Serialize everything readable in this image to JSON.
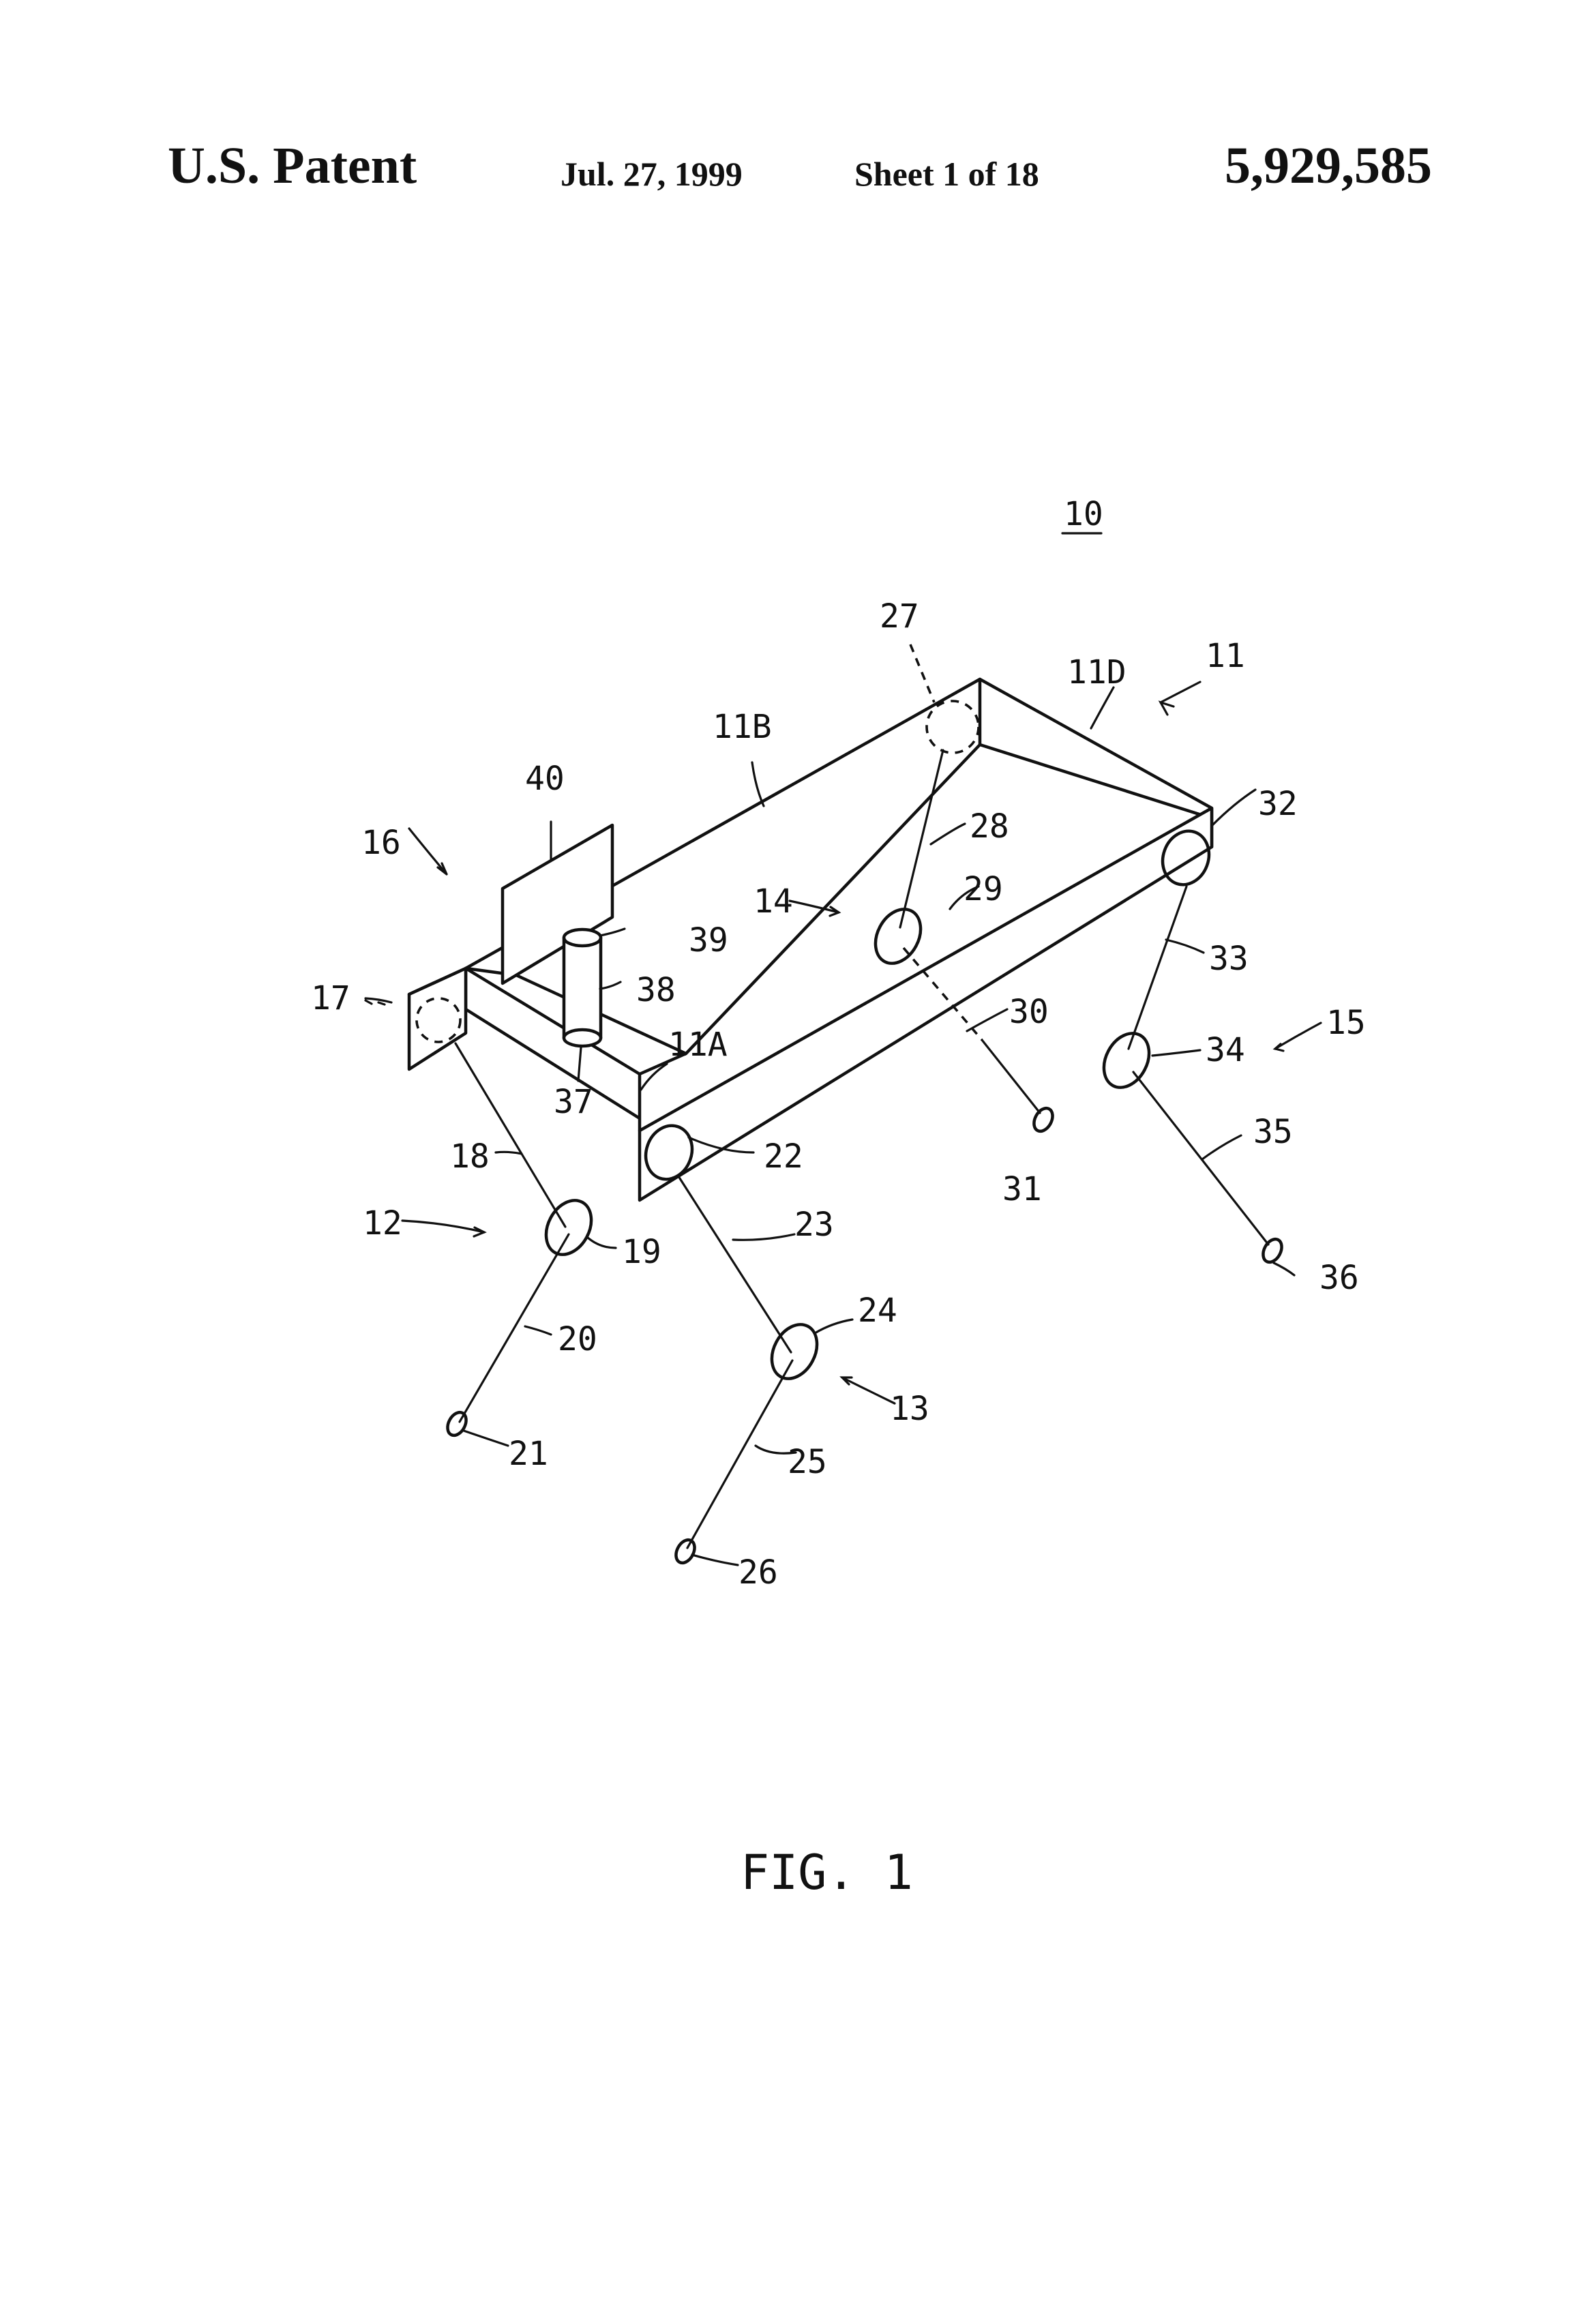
{
  "header": {
    "left": "U.S. Patent",
    "date": "Jul. 27, 1999",
    "sheet": "Sheet 1 of 18",
    "number": "5,929,585"
  },
  "figure": {
    "assembly_label": "10",
    "caption": "FIG. 1",
    "refs": {
      "r11": "11",
      "r11A": "11A",
      "r11B": "11B",
      "r11D": "11D",
      "r12": "12",
      "r13": "13",
      "r14": "14",
      "r15": "15",
      "r16": "16",
      "r17": "17",
      "r18": "18",
      "r19": "19",
      "r20": "20",
      "r21": "21",
      "r22": "22",
      "r23": "23",
      "r24": "24",
      "r25": "25",
      "r26": "26",
      "r27": "27",
      "r28": "28",
      "r29": "29",
      "r30": "30",
      "r31": "31",
      "r32": "32",
      "r33": "33",
      "r34": "34",
      "r35": "35",
      "r36": "36",
      "r37": "37",
      "r38": "38",
      "r39": "39",
      "r40": "40"
    }
  }
}
